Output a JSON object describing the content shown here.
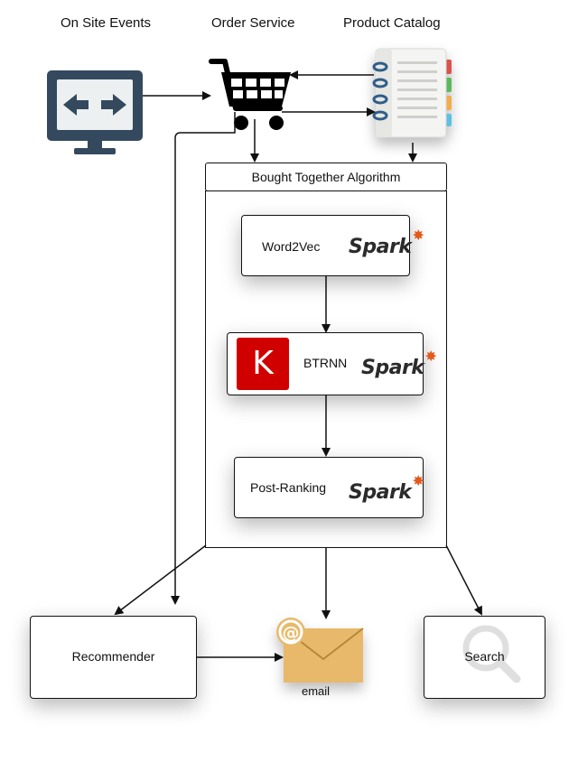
{
  "headers": {
    "on_site_events": "On Site Events",
    "order_service": "Order Service",
    "product_catalog": "Product Catalog"
  },
  "algorithm": {
    "title": "Bought Together Algorithm",
    "steps": {
      "word2vec": "Word2Vec",
      "btrnn": "BTRNN",
      "post_ranking": "Post-Ranking"
    },
    "spark_logo": "Spark",
    "keras_logo": "K"
  },
  "outputs": {
    "recommender": "Recommender",
    "email": "email",
    "search": "Search"
  },
  "colors": {
    "monitor": "#34495e",
    "keras_red": "#d00000",
    "envelope": "#e8b96a",
    "spark_orange": "#e25a1c"
  }
}
